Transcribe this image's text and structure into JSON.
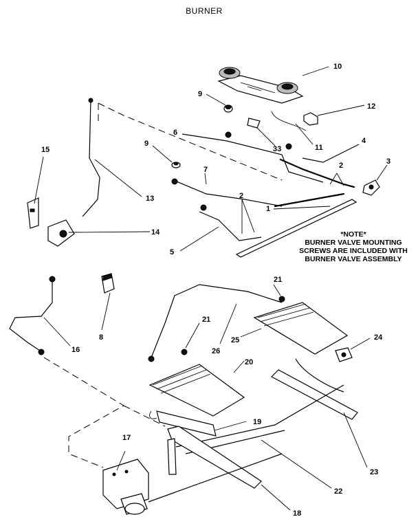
{
  "title": "BURNER",
  "note": {
    "heading": "*NOTE*",
    "line1": "BURNER VALVE MOUNTING",
    "line2": "SCREWS ARE INCLUDED WITH",
    "line3": "BURNER VALVE ASSEMBLY"
  },
  "callouts": {
    "c10": "10",
    "c9a": "9",
    "c12": "12",
    "c6": "6",
    "c33": "33",
    "c11": "11",
    "c4": "4",
    "c15": "15",
    "c9b": "9",
    "c7": "7",
    "c2a": "2",
    "c3": "3",
    "c13": "13",
    "c2b": "2",
    "c1": "1",
    "c14": "14",
    "c5": "5",
    "c21a": "21",
    "c8": "8",
    "c16": "16",
    "c21b": "21",
    "c26": "26",
    "c25": "25",
    "c24": "24",
    "c20": "20",
    "c19": "19",
    "c17": "17",
    "c23": "23",
    "c22": "22",
    "c18": "18"
  }
}
